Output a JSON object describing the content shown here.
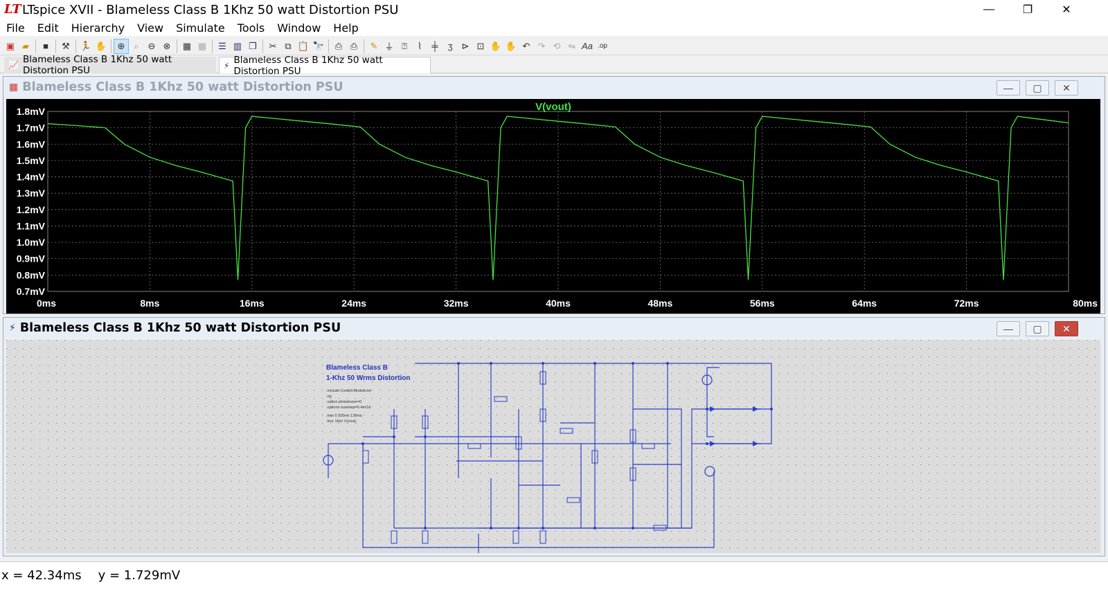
{
  "app": {
    "title": "LTspice XVII - Blameless Class B 1Khz 50 watt Distortion PSU",
    "logo": "LT"
  },
  "window_controls": {
    "minimize": "—",
    "restore": "❐",
    "close": "✕"
  },
  "menu": [
    "File",
    "Edit",
    "Hierarchy",
    "View",
    "Simulate",
    "Tools",
    "Window",
    "Help"
  ],
  "toolbar_icons": [
    "new-schematic-icon",
    "open-icon",
    "save-icon",
    "control-panel-icon",
    "run-icon",
    "halt-icon",
    "zoom-area-icon",
    "zoom-fit-icon",
    "zoom-out-icon",
    "zoom-cancel-icon",
    "autorange-icon",
    "grid-icon",
    "tile-horizontal-icon",
    "tile-vertical-icon",
    "cascade-icon",
    "cut-icon",
    "copy-icon",
    "paste-icon",
    "find-icon",
    "print-setup-icon",
    "print-icon",
    "draw-wire-icon",
    "ground-icon",
    "label-net-icon",
    "resistor-icon",
    "capacitor-icon",
    "inductor-icon",
    "diode-icon",
    "component-icon",
    "rotate-icon",
    "mirror-icon",
    "drag-icon",
    "move-icon",
    "undo-icon",
    "redo-icon",
    "text-icon",
    "spice-directive-icon"
  ],
  "tabs": [
    {
      "label": "Blameless Class B 1Khz 50 watt Distortion PSU",
      "icon": "waveform-icon",
      "active": false
    },
    {
      "label": "Blameless Class B 1Khz 50 watt Distortion PSU",
      "icon": "schematic-icon",
      "active": true
    }
  ],
  "waveform_window": {
    "title": "Blameless Class B 1Khz 50 watt Distortion PSU",
    "active": false
  },
  "schematic_window": {
    "title": "Blameless Class B 1Khz 50 watt Distortion PSU",
    "active": true,
    "heading_1": "Blameless Class B",
    "heading_2": "1-Khz 50 Wrms Distortion",
    "directives": [
      ".include Cordell-Models.txt",
      ".op",
      ".option plotwinsize=0",
      ".options maxstep=5.4m/1k",
      ".tran 0 220ms 120ms",
      ".four 1khz V(vout)"
    ]
  },
  "chart_data": {
    "type": "line",
    "title": "V(vout)",
    "xlabel": "",
    "ylabel": "",
    "xlim": [
      0,
      80
    ],
    "ylim": [
      0.7,
      1.8
    ],
    "x_unit": "ms",
    "y_unit": "mV",
    "x_ticks": [
      "0ms",
      "8ms",
      "16ms",
      "24ms",
      "32ms",
      "40ms",
      "48ms",
      "56ms",
      "64ms",
      "72ms",
      "80ms"
    ],
    "y_ticks": [
      "1.8mV",
      "1.7mV",
      "1.6mV",
      "1.5mV",
      "1.4mV",
      "1.3mV",
      "1.2mV",
      "1.1mV",
      "1.0mV",
      "0.9mV",
      "0.8mV",
      "0.7mV"
    ],
    "grid": true,
    "line_color": "#44e444",
    "series": [
      {
        "name": "V(vout)",
        "x": [
          0,
          2,
          4.5,
          6,
          8,
          10,
          12,
          14.5,
          14.9,
          15.5,
          16,
          18,
          20,
          22,
          24.5,
          26,
          28,
          30,
          32,
          34.5,
          34.9,
          35.5,
          36,
          38,
          40,
          42,
          44.5,
          46,
          48,
          50,
          52,
          54.5,
          54.9,
          55.5,
          56,
          58,
          60,
          62,
          64.5,
          66,
          68,
          70,
          72,
          74.5,
          74.9,
          75.5,
          76,
          78,
          80
        ],
        "y": [
          1.725,
          1.715,
          1.7,
          1.6,
          1.52,
          1.47,
          1.43,
          1.375,
          0.77,
          1.7,
          1.77,
          1.755,
          1.74,
          1.725,
          1.705,
          1.6,
          1.52,
          1.47,
          1.43,
          1.375,
          0.77,
          1.7,
          1.77,
          1.755,
          1.74,
          1.725,
          1.705,
          1.6,
          1.52,
          1.47,
          1.43,
          1.375,
          0.77,
          1.7,
          1.77,
          1.755,
          1.74,
          1.725,
          1.705,
          1.6,
          1.52,
          1.47,
          1.43,
          1.375,
          0.77,
          1.7,
          1.77,
          1.75,
          1.73
        ]
      }
    ]
  },
  "status": {
    "x_readout": "x = 42.34ms",
    "y_readout": "y = 1.729mV"
  }
}
